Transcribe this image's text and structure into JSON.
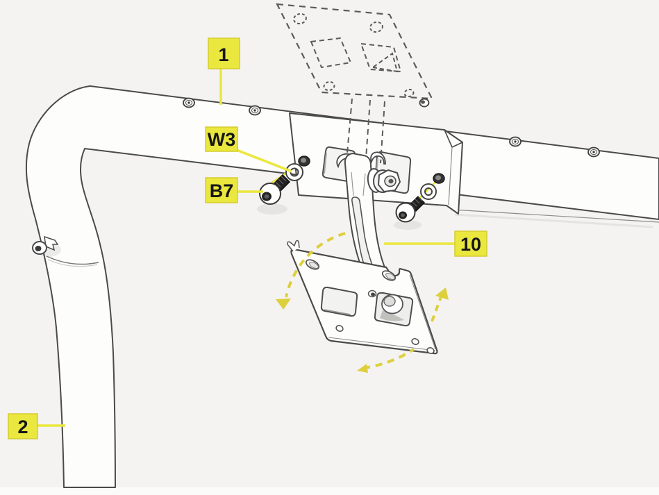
{
  "diagram": {
    "kind": "exploded-assembly-diagram",
    "colors": {
      "background": "#f4f3f1",
      "line": "#4a4a4a",
      "accent": "#eae73e",
      "accent_border": "#d6cb30",
      "arrow_yellow": "#ddd03c"
    },
    "callouts": {
      "part_1": {
        "label": "1"
      },
      "washer_w3": {
        "label": "W3"
      },
      "bolt_b7": {
        "label": "B7"
      },
      "part_10": {
        "label": "10"
      },
      "part_2": {
        "label": "2"
      }
    }
  }
}
